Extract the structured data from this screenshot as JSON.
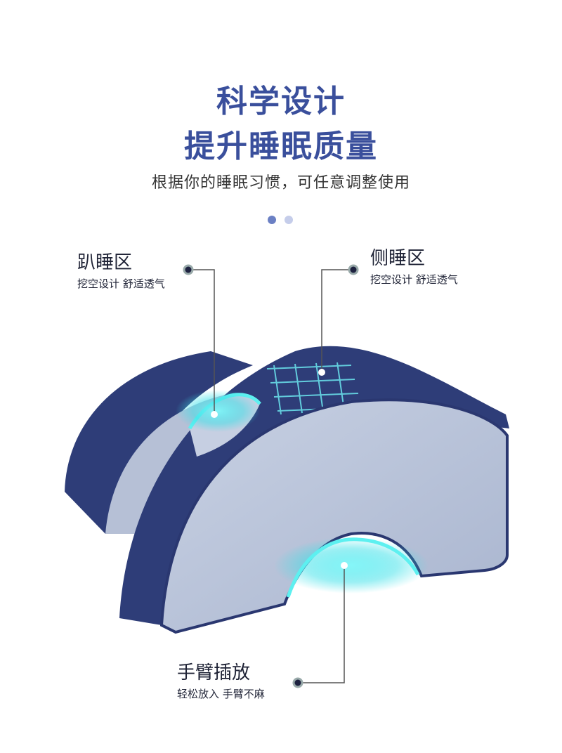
{
  "header": {
    "title_line1": "科学设计",
    "title_line2": "提升睡眠质量",
    "subtitle": "根据你的睡眠习惯，可任意调整使用"
  },
  "pager": {
    "count": 2,
    "active_index": 0
  },
  "callouts": [
    {
      "title": "趴睡区",
      "desc": "挖空设计 舒适透气"
    },
    {
      "title": "侧睡区",
      "desc": "挖空设计 舒适透气"
    },
    {
      "title": "手臂插放",
      "desc": "轻松放入 手臂不麻"
    }
  ],
  "colors": {
    "title": "#3a4f9c",
    "dot_active": "#6b80c4",
    "dot_inactive": "#c5cdea",
    "pillow_navy": "#2e3d78",
    "pillow_face": "#bcc7dc",
    "glow": "#38e0e8"
  }
}
